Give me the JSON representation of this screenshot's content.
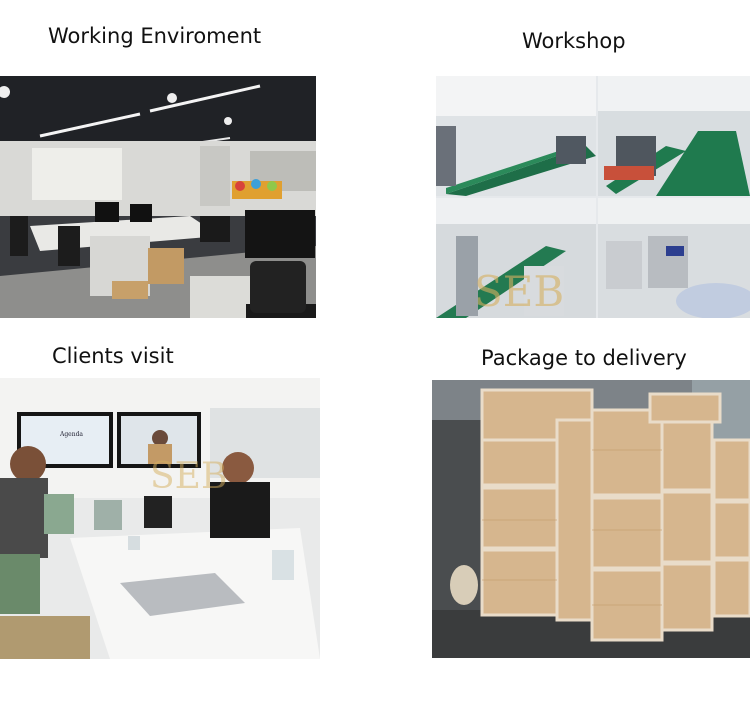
{
  "panels": [
    {
      "caption": "Working Enviroment",
      "photo": "office-photo"
    },
    {
      "caption": "Workshop",
      "photo": "workshop-photo"
    },
    {
      "caption": "Clients visit",
      "photo": "meeting-photo"
    },
    {
      "caption": "Package to delivery",
      "photo": "crates-photo"
    }
  ],
  "watermark": "SEB",
  "meeting_screen_text": "Agenda"
}
